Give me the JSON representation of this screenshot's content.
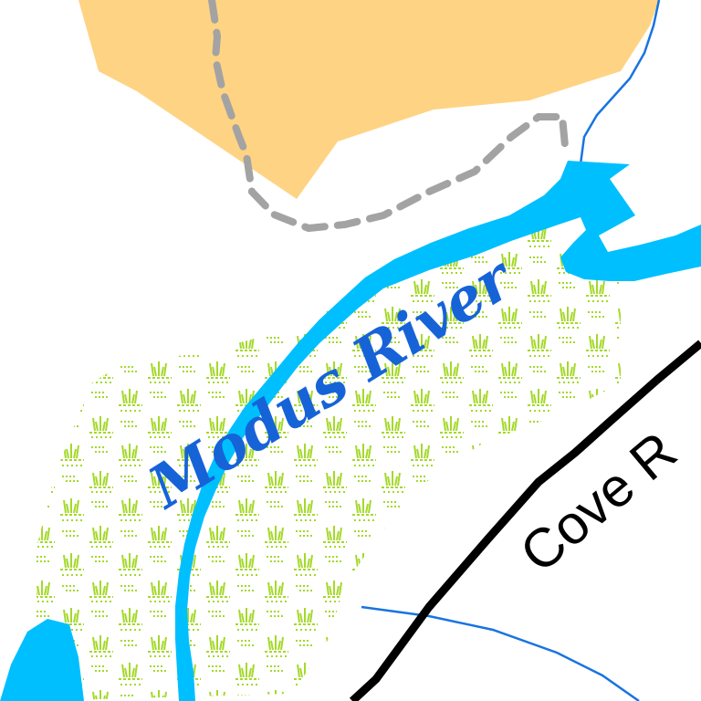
{
  "labels": {
    "river": "Modus River",
    "road": "Cove R"
  },
  "colors": {
    "background": "#ffffff",
    "land_tan": "#fed383",
    "water": "#00bfff",
    "stream": "#1874e0",
    "river_label": "#1663d8",
    "trail": "#a3a3a3",
    "road": "#000000",
    "marsh": "#a4d92a"
  },
  "features": {
    "land_area": "tan-land-area",
    "river": "river",
    "pond": "pond",
    "marsh": "marsh-area",
    "trail": "trail-dashed",
    "road": "road",
    "streams": [
      "stream-north",
      "stream-south"
    ]
  }
}
